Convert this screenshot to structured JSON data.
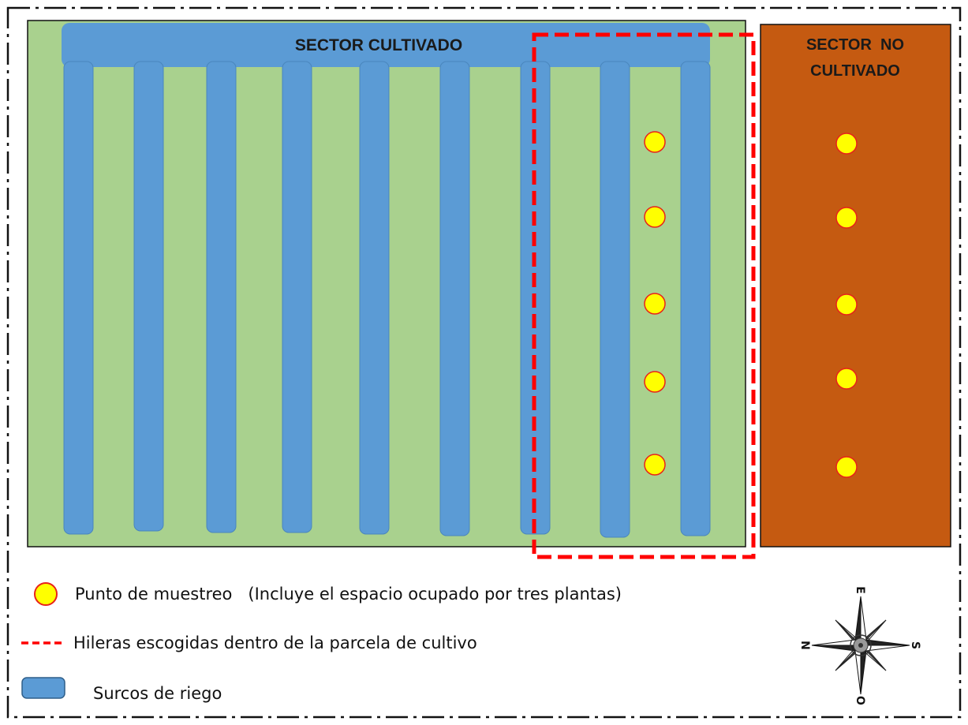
{
  "diagram": {
    "sector_cultivated": {
      "label": "SECTOR CULTIVADO"
    },
    "sector_not_cultivated": {
      "label_line1": "SECTOR  NO",
      "label_line2": "CULTIVADO"
    },
    "legend": {
      "sampling_point": "Punto de muestreo   (Incluye el espacio ocupado por tres plantas)",
      "selected_rows": "Hileras escogidas dentro de la parcela de cultivo",
      "irrigation_furrows": "Surcos de riego"
    },
    "compass": {
      "north": "N",
      "south": "S",
      "east": "E",
      "west": "O"
    },
    "colors": {
      "field_green": "#a9d18e",
      "furrow_blue": "#5b9bd5",
      "soil_brown": "#c55a11",
      "point_yellow": "#ffff00",
      "point_outline": "#e8221a",
      "selection_red": "#ff0000"
    }
  }
}
